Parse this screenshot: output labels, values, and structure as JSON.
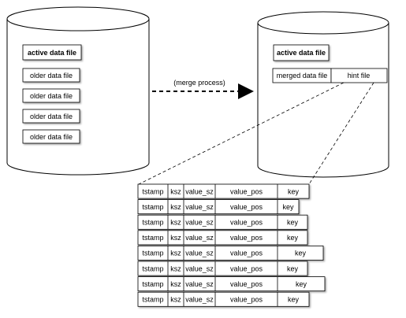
{
  "left_db": {
    "active_label": "active data file",
    "older_files": [
      "older data file",
      "older data file",
      "older data file",
      "older data file"
    ]
  },
  "merge_label": "(merge process)",
  "right_db": {
    "active_label": "active data file",
    "merged_label": "merged data file",
    "hint_label": "hint file"
  },
  "hint_table": {
    "columns": [
      "tstamp",
      "ksz",
      "value_sz",
      "value_pos",
      "key"
    ],
    "row_count": 8
  }
}
